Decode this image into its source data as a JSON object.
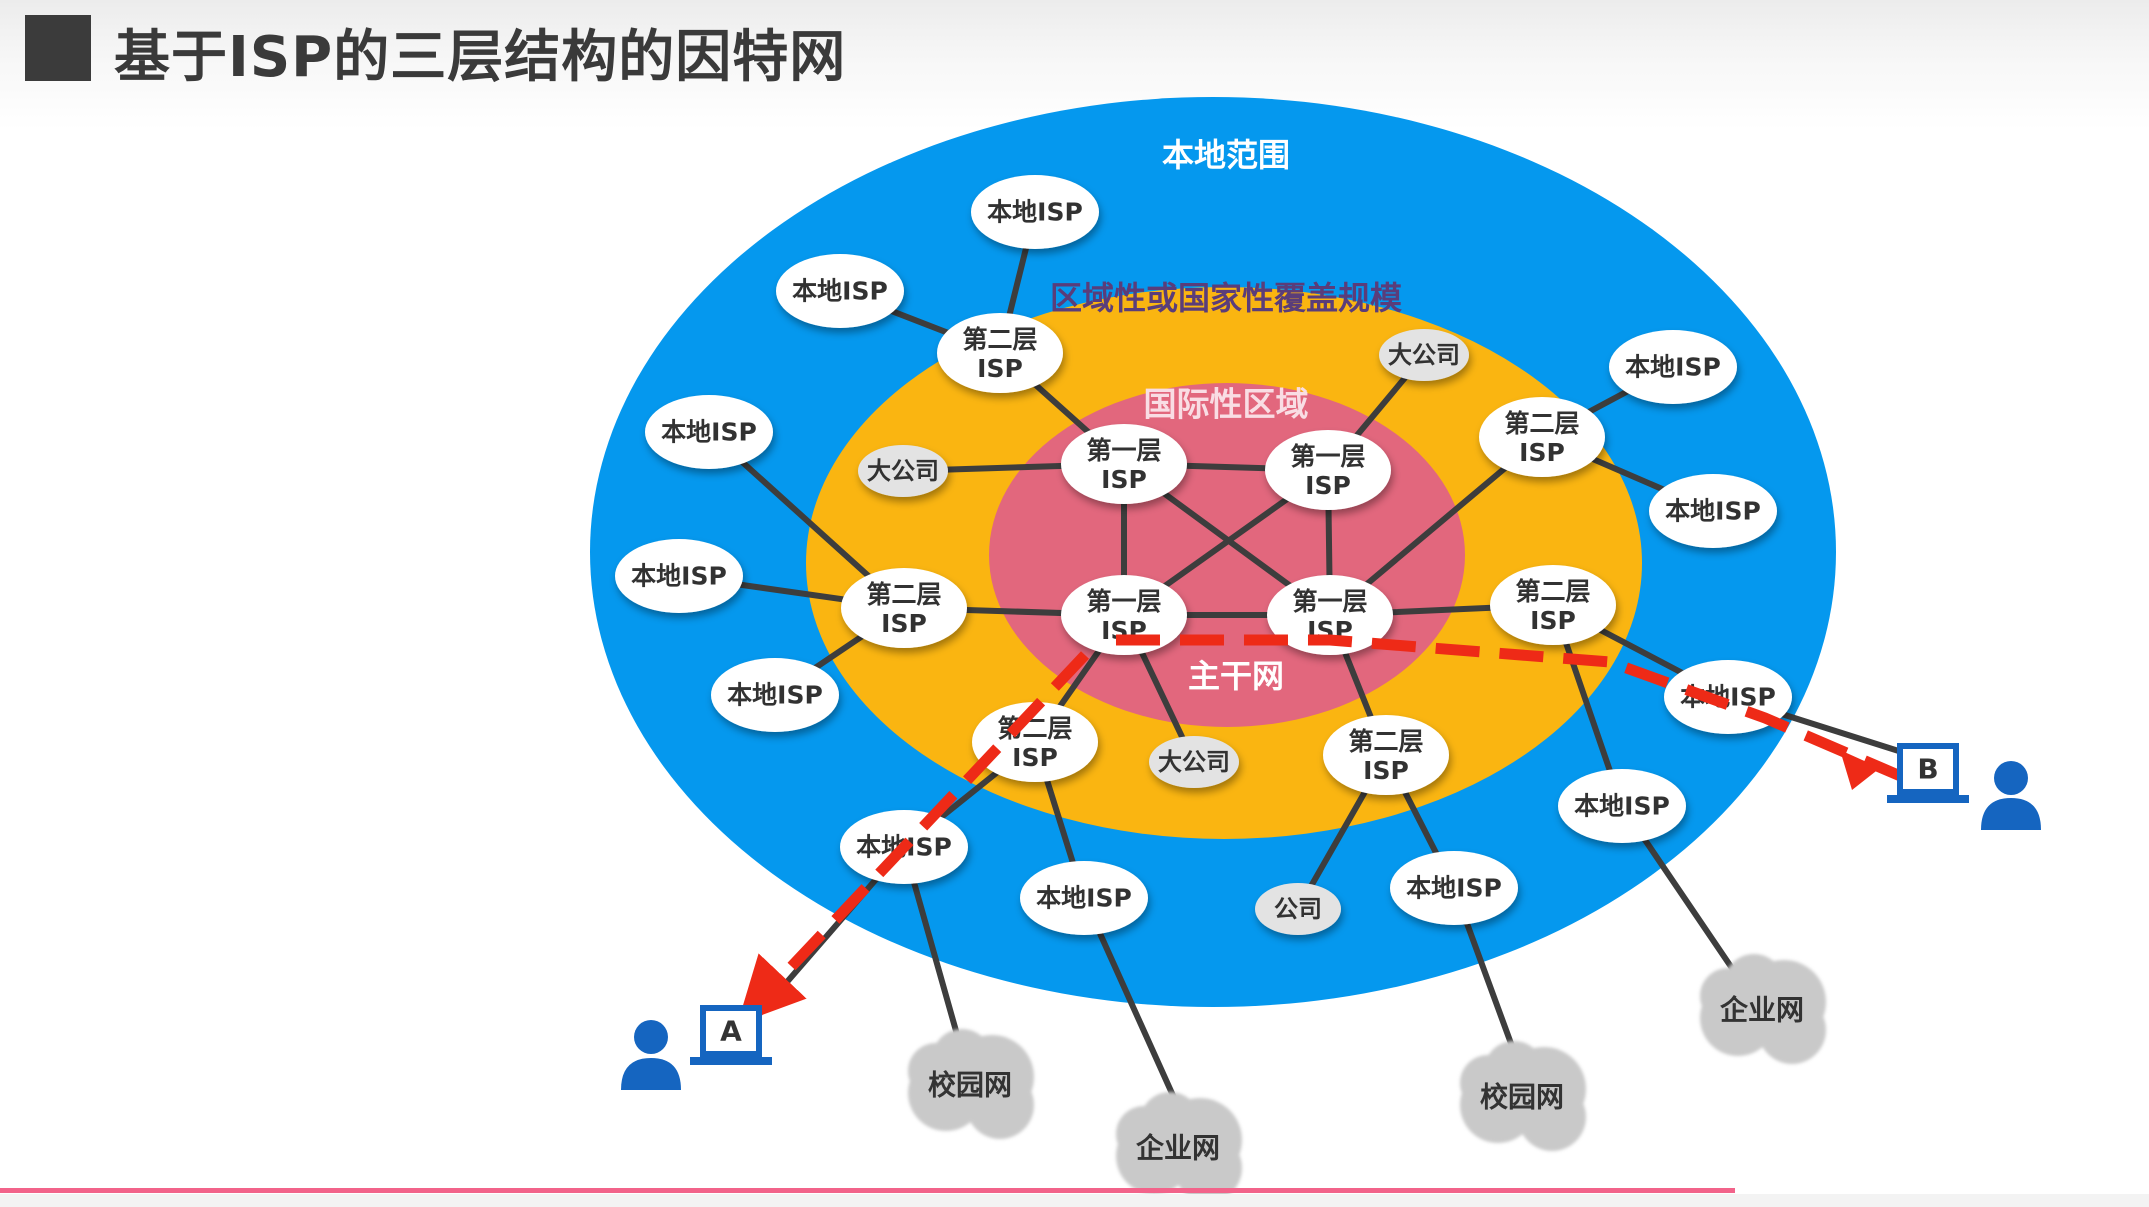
{
  "title": "基于ISP的三层结构的因特网",
  "zones": {
    "local": "本地范围",
    "regional": "区域性或国家性覆盖规模",
    "international": "国际性区域",
    "backbone": "主干网"
  },
  "nodes": {
    "tier1_a": "第一层\nISP",
    "tier1_b": "第一层\nISP",
    "tier1_c": "第一层\nISP",
    "tier1_d": "第一层\nISP",
    "tier2_a": "第二层\nISP",
    "tier2_b": "第二层\nISP",
    "tier2_c": "第二层\nISP",
    "tier2_d": "第二层\nISP",
    "tier2_e": "第二层\nISP",
    "tier2_f": "第二层\nISP",
    "local_1": "本地ISP",
    "local_2": "本地ISP",
    "local_3": "本地ISP",
    "local_4": "本地ISP",
    "local_5": "本地ISP",
    "local_6": "本地ISP",
    "local_7": "本地ISP",
    "local_8": "本地ISP",
    "local_9": "本地ISP",
    "local_10": "本地ISP",
    "local_11": "本地ISP",
    "local_12": "本地ISP",
    "corp_1": "大公司",
    "corp_2": "大公司",
    "corp_3": "大公司",
    "company": "公司",
    "cloud_campus_1": "校园网",
    "cloud_enterprise_1": "企业网",
    "cloud_campus_2": "校园网",
    "cloud_enterprise_2": "企业网"
  },
  "hosts": {
    "a": "A",
    "b": "B"
  },
  "colors": {
    "local_zone": "#0598ee",
    "regional_zone": "#fab511",
    "international_zone": "#e2677d",
    "link": "#3d3d3d",
    "path": "#ee2a17",
    "host": "#1565c0"
  }
}
